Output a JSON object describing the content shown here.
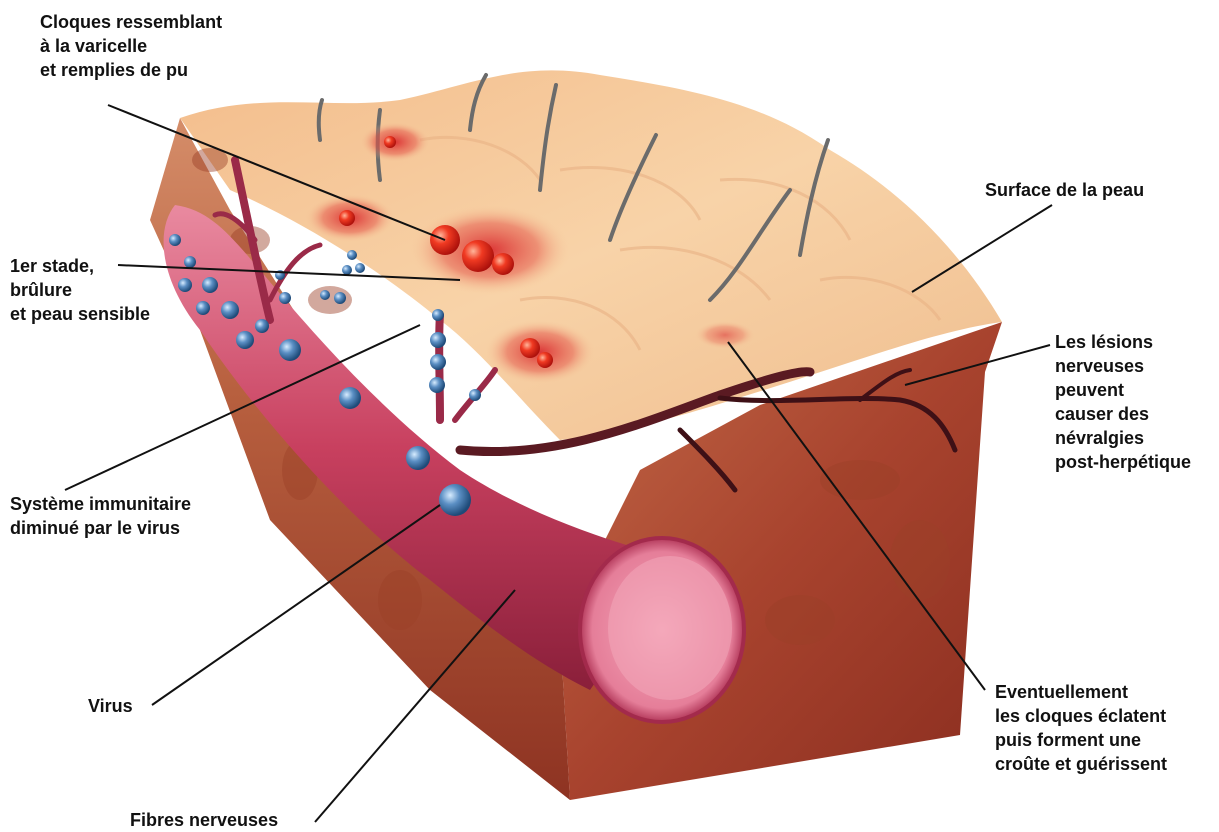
{
  "labels": {
    "blisters": [
      "Cloques ressemblant",
      "à la varicelle",
      "et remplies de pu"
    ],
    "first_stage": [
      "1er stade,",
      "brûlure",
      "et peau sensible"
    ],
    "immune": [
      "Système immunitaire",
      "diminué par le virus"
    ],
    "virus": [
      "Virus"
    ],
    "nerve_fibers": [
      "Fibres nerveuses"
    ],
    "skin_surface": [
      "Surface de la peau"
    ],
    "nerve_lesions": [
      "Les lésions",
      "nerveuses",
      "peuvent",
      "causer des",
      "névralgies",
      "post-herpétique"
    ],
    "eventually": [
      "Eventuellement",
      "les cloques éclatent",
      "puis forment une",
      "croûte et guérissent"
    ]
  },
  "colors": {
    "skin_top": "#f6c99a",
    "skin_side": "#b85a3c",
    "skin_front": "#a9452f",
    "nerve": "#c4385c",
    "nerve_inner": "#e891a6",
    "virus": "#5b8fc4",
    "blister": "#e02018",
    "leader": "#111111"
  }
}
